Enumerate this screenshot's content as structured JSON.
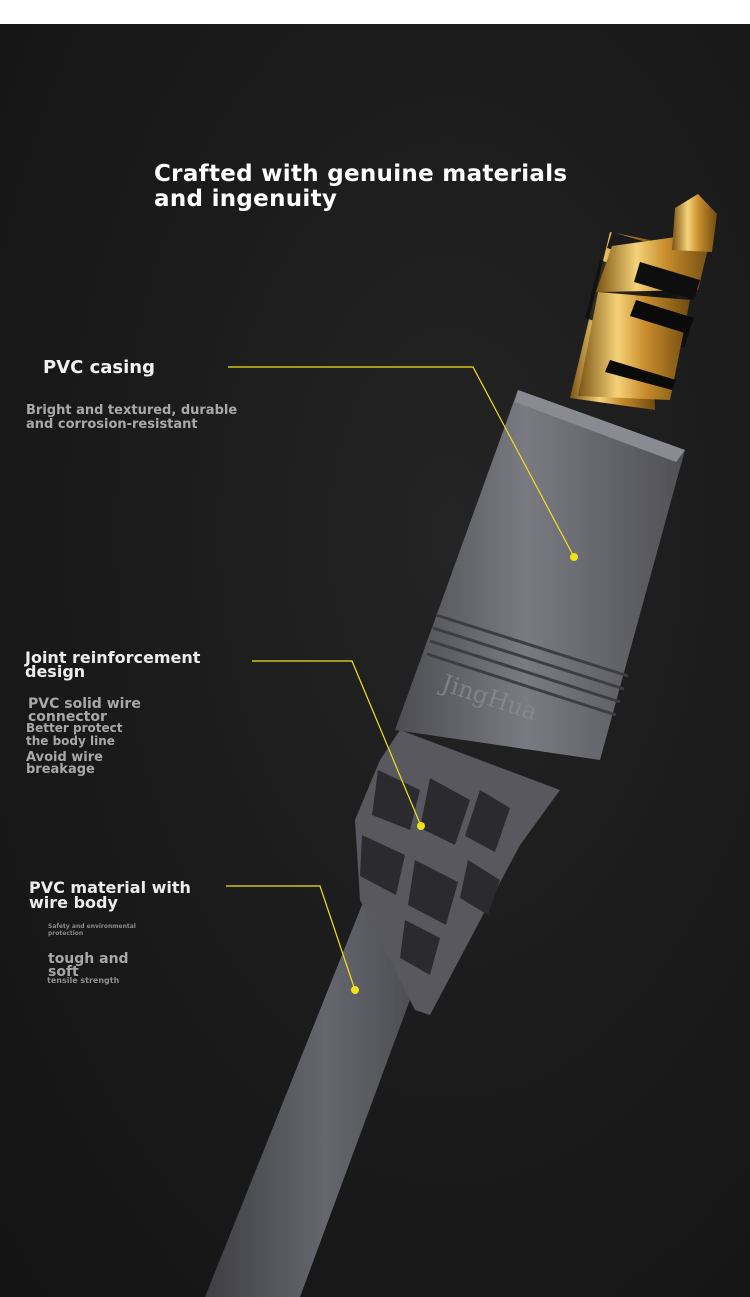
{
  "headline": "Crafted with genuine materials\n and ingenuity",
  "callouts": {
    "pvc_casing": {
      "label": "PVC casing",
      "desc": "Bright and textured, durable\n and corrosion-resistant"
    },
    "joint": {
      "label": "Joint reinforcement\n design",
      "point1": "PVC solid wire\n connector",
      "point2": "Better protect\n the body line",
      "point3": "Avoid wire\n breakage"
    },
    "wire_body": {
      "label": "PVC material with\n wire body",
      "tiny": "Safety and environmental\n protection",
      "point1": "tough and\n soft",
      "point2": "tensile strength"
    }
  },
  "brand_mark": "JingHua",
  "colors": {
    "background": "#171717",
    "text": "#ffffff",
    "subtext": "#a8a8a8",
    "callout_line": "#f1e11a",
    "casing": "#6b6b73",
    "gold": "#d9a640"
  }
}
